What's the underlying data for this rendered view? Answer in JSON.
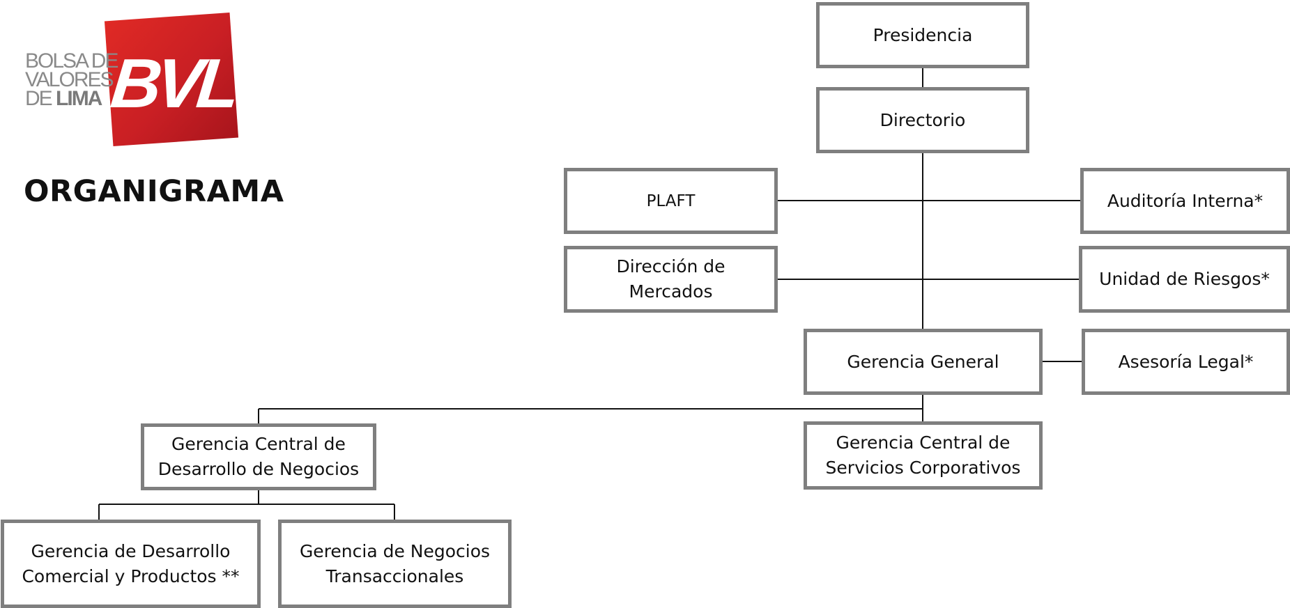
{
  "logo": {
    "line1": "BOLSA DE",
    "line2": "VALORES",
    "line3_prefix": "DE",
    "line3_bold": "LIMA",
    "mark": "BVL"
  },
  "heading": "ORGANIGRAMA",
  "nodes": {
    "presidencia": "Presidencia",
    "directorio": "Directorio",
    "plaft": "PLAFT",
    "auditoria": "Auditoría Interna*",
    "direccion_mercados": "Dirección de\nMercados",
    "unidad_riesgos": "Unidad de Riesgos*",
    "gerencia_general": "Gerencia General",
    "asesoria_legal": "Asesoría Legal*",
    "gc_desarrollo": "Gerencia Central de\nDesarrollo de Negocios",
    "gc_servicios": "Gerencia Central de\nServicios Corporativos",
    "g_desarrollo_comercial": "Gerencia de Desarrollo\nComercial y Productos **",
    "g_negocios": "Gerencia de Negocios\nTransaccionales"
  }
}
